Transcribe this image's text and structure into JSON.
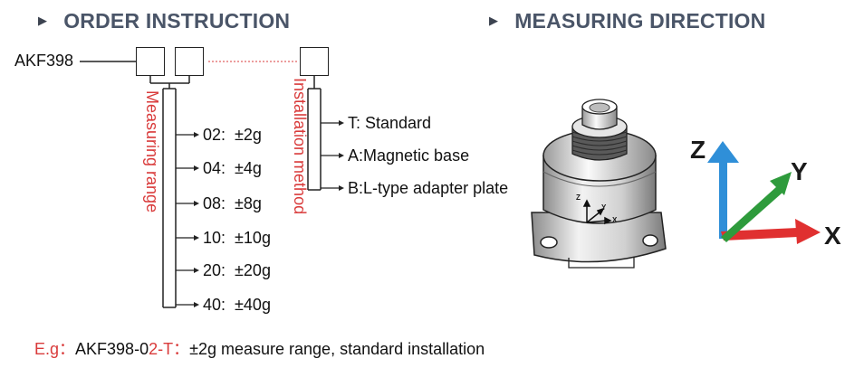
{
  "headings": {
    "order": "ORDER INSTRUCTION",
    "measuring": "MEASURING DIRECTION"
  },
  "model": "AKF398",
  "labels": {
    "measuring_range": "Measuring range",
    "installation_method": "Installation method"
  },
  "ranges": [
    {
      "code": "02:",
      "value": "±2g"
    },
    {
      "code": "04:",
      "value": "±4g"
    },
    {
      "code": "08:",
      "value": "±8g"
    },
    {
      "code": "10:",
      "value": "±10g"
    },
    {
      "code": "20:",
      "value": "±20g"
    },
    {
      "code": "40:",
      "value": "±40g"
    }
  ],
  "installations": [
    "T: Standard",
    "A:Magnetic base",
    "B:L-type adapter plate"
  ],
  "axes": {
    "z": "Z",
    "y": "Y",
    "x": "X"
  },
  "mini_axes": {
    "z": "Z",
    "y": "Y",
    "x": "X"
  },
  "example": {
    "prefix": "E.g：",
    "model_part": "AKF398-0",
    "range_digit": "2",
    "separator": "-",
    "install_code": "T",
    "colon": "：",
    "description": "±2g measure range, standard installation"
  },
  "colors": {
    "red_text": "#d93b3b",
    "heading": "#4a5568",
    "axis_z": "#2f8fd8",
    "axis_y": "#2e9b3c",
    "axis_x": "#e03030"
  }
}
